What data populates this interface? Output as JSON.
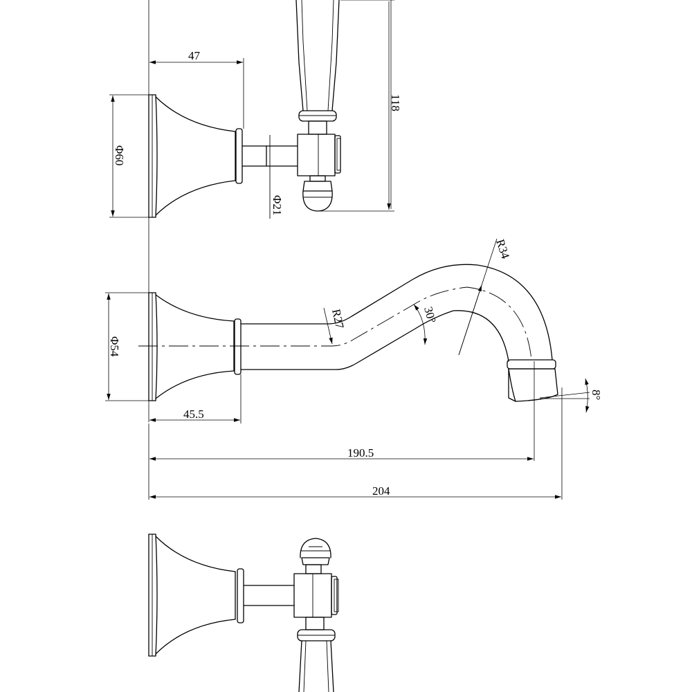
{
  "dimensions": {
    "top_width": "47",
    "top_height": "118",
    "top_plate_dia": "Φ60",
    "top_stem_dia": "Φ21",
    "side_plate_dia": "Φ54",
    "side_plate_depth": "45.5",
    "outlet_radius": "R34",
    "bend_radius": "R27",
    "bend_angle": "30°",
    "tip_angle": "8°",
    "reach_to_outlet": "190.5",
    "overall_length": "204"
  }
}
